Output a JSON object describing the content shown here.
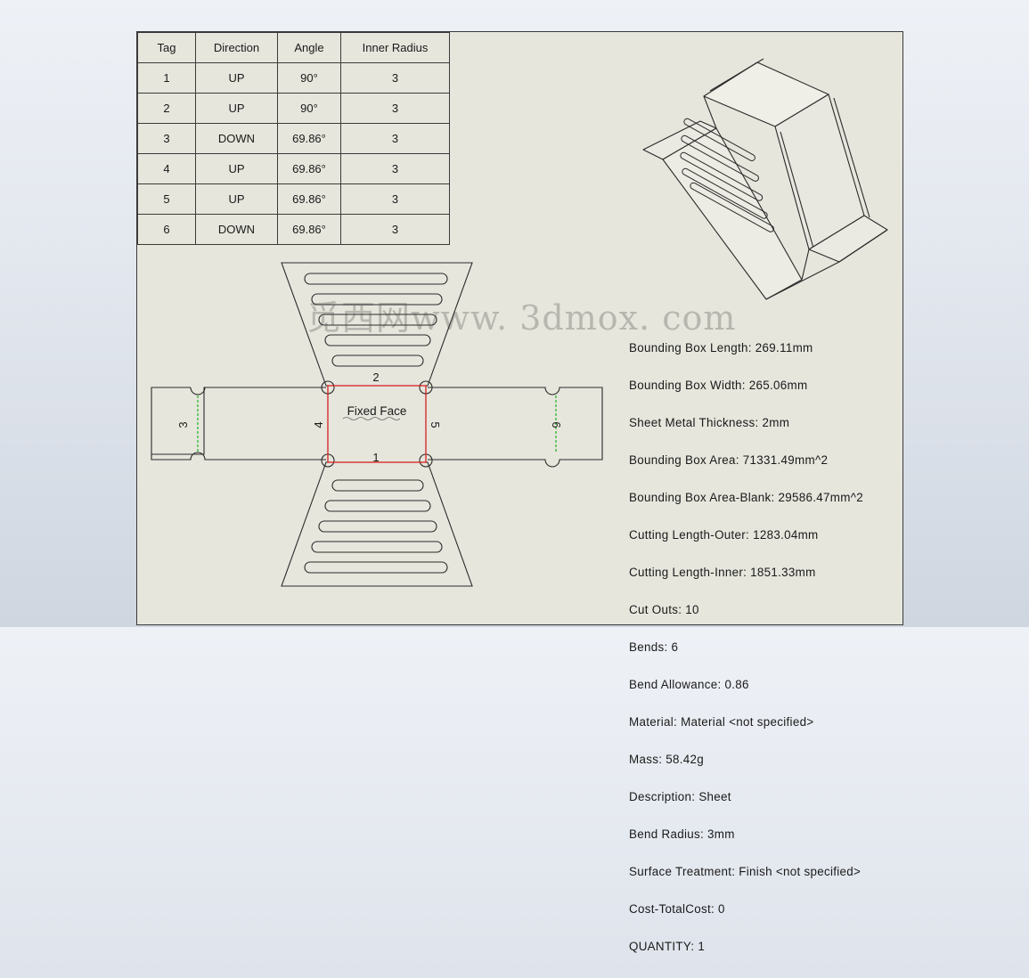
{
  "table": {
    "headers": [
      "Tag",
      "Direction",
      "Angle",
      "Inner Radius"
    ],
    "rows": [
      {
        "tag": "1",
        "direction": "UP",
        "angle": "90°",
        "radius": "3"
      },
      {
        "tag": "2",
        "direction": "UP",
        "angle": "90°",
        "radius": "3"
      },
      {
        "tag": "3",
        "direction": "DOWN",
        "angle": "69.86°",
        "radius": "3"
      },
      {
        "tag": "4",
        "direction": "UP",
        "angle": "69.86°",
        "radius": "3"
      },
      {
        "tag": "5",
        "direction": "UP",
        "angle": "69.86°",
        "radius": "3"
      },
      {
        "tag": "6",
        "direction": "DOWN",
        "angle": "69.86°",
        "radius": "3"
      }
    ]
  },
  "properties": [
    "Bounding Box Length: 269.11mm",
    "Bounding Box Width: 265.06mm",
    "Sheet Metal Thickness: 2mm",
    "Bounding Box Area: 71331.49mm^2",
    "Bounding Box Area-Blank: 29586.47mm^2",
    "Cutting Length-Outer: 1283.04mm",
    "Cutting Length-Inner: 1851.33mm",
    "Cut Outs: 10",
    "Bends: 6",
    "Bend Allowance: 0.86",
    "Material: Material <not specified>",
    "Mass: 58.42g",
    "Description: Sheet",
    "Bend Radius: 3mm",
    "Surface Treatment: Finish <not specified>",
    "Cost-TotalCost: 0",
    "QUANTITY: 1"
  ],
  "flat_pattern": {
    "fixed_face_label": "Fixed Face",
    "bend_labels": {
      "b1": "1",
      "b2": "2",
      "b3": "3",
      "b4": "4",
      "b5": "5",
      "b6": "6"
    }
  },
  "watermark": "觅西网www. 3dmox. com",
  "colors": {
    "line": "#2a2a2a",
    "fixed_face": "#d42020",
    "bend_line": "#20b020",
    "sheet": "#e6e6dd"
  }
}
